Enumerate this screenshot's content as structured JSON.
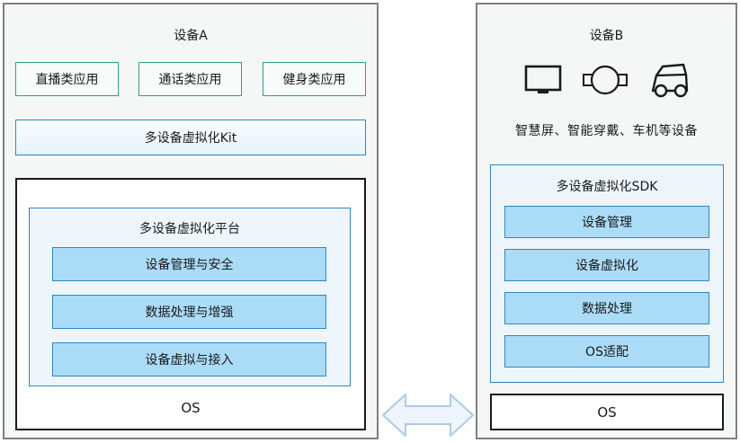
{
  "device_a": {
    "title": "设备A",
    "apps": [
      "直播类应用",
      "通话类应用",
      "健身类应用"
    ],
    "kit_label": "多设备虚拟化Kit",
    "platform": {
      "title": "多设备虚拟化平台",
      "layers": [
        "设备管理与安全",
        "数据处理与增强",
        "设备虚拟与接入"
      ]
    },
    "os_label": "OS"
  },
  "device_b": {
    "title": "设备B",
    "device_icons": [
      "smart-screen-icon",
      "smart-wearable-icon",
      "car-icon"
    ],
    "caption": "智慧屏、智能穿戴、车机等设备",
    "sdk": {
      "title": "多设备虚拟化SDK",
      "layers": [
        "设备管理",
        "设备虚拟化",
        "数据处理",
        "OS适配"
      ]
    },
    "os_label": "OS"
  },
  "connector": {
    "name": "bidirectional-arrow"
  },
  "colors": {
    "panel_bg": "#f5f6f6",
    "panel_border": "#7f7f7f",
    "app_border": "#27a57f",
    "app_bg": "#f7fbf9",
    "blue_border": "#2e86c8",
    "blue_box_bg": "#eef6fc",
    "blue_bar_bg": "#aadcf7",
    "black_border": "#1a1a1a",
    "arrow_fill": "#eef5fc",
    "arrow_border": "#aec9e8"
  }
}
